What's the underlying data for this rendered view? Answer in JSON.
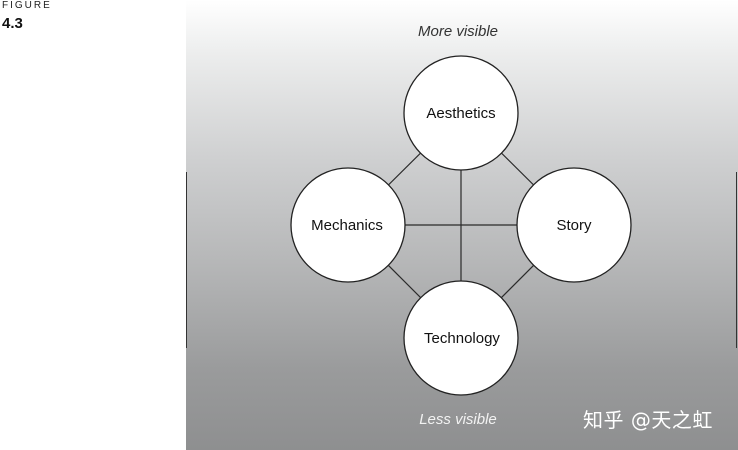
{
  "figure": {
    "label": "FIGURE",
    "number": "4.3"
  },
  "diagram": {
    "top_caption": "More visible",
    "bottom_caption": "Less visible",
    "nodes": {
      "top": "Aesthetics",
      "left": "Mechanics",
      "right": "Story",
      "bottom": "Technology"
    }
  },
  "watermark": "知乎 @天之虹"
}
